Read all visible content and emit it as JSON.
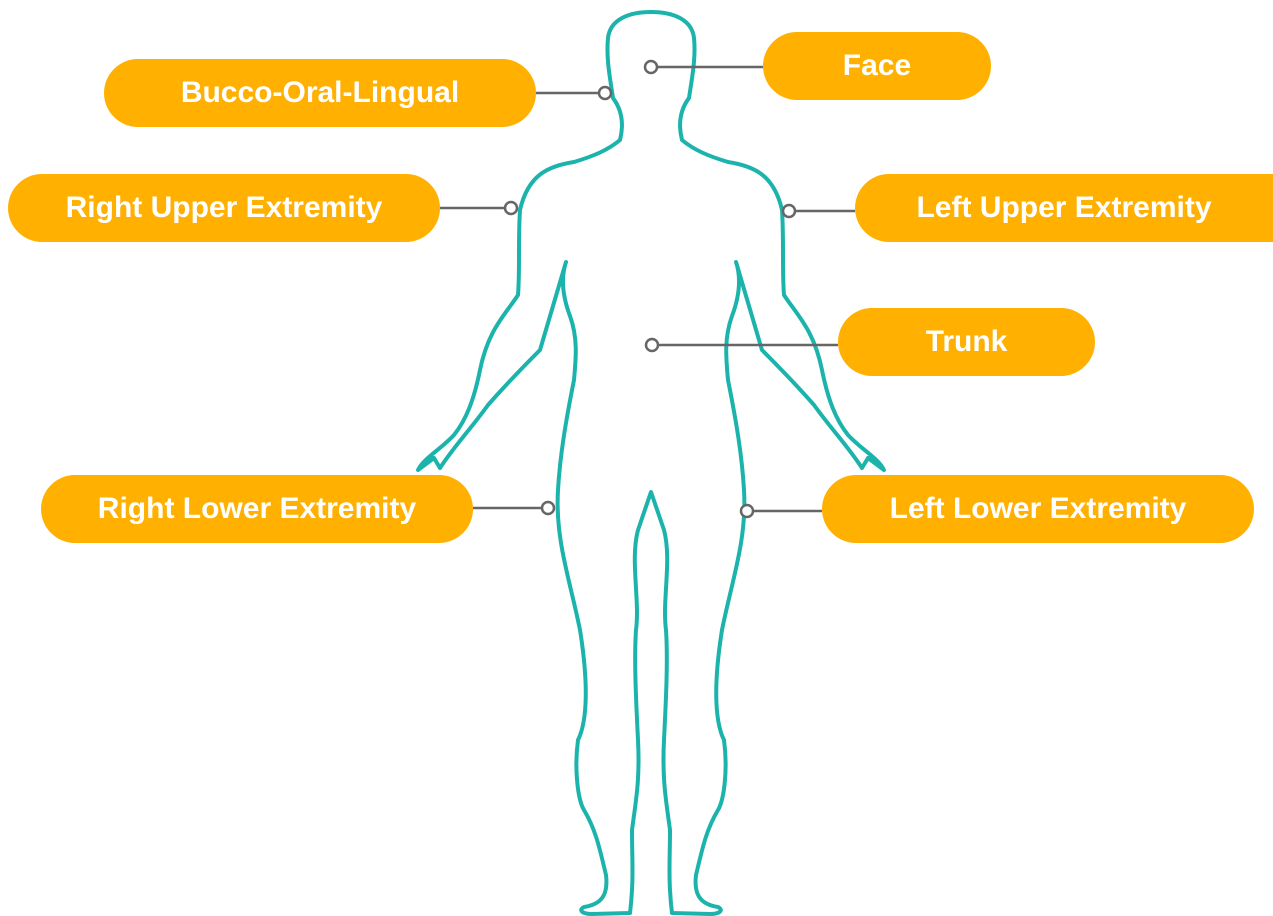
{
  "colors": {
    "pill_background": "#FFB000",
    "pill_text": "#FFFFFF",
    "body_outline": "#1BB3AC",
    "connector": "#666666"
  },
  "labels": {
    "bucco_oral_lingual": "Bucco-Oral-Lingual",
    "face": "Face",
    "right_upper_extremity": "Right Upper Extremity",
    "left_upper_extremity": "Left Upper Extremity",
    "trunk": "Trunk",
    "right_lower_extremity": "Right Lower Extremity",
    "left_lower_extremity": "Left Lower Extremity"
  }
}
